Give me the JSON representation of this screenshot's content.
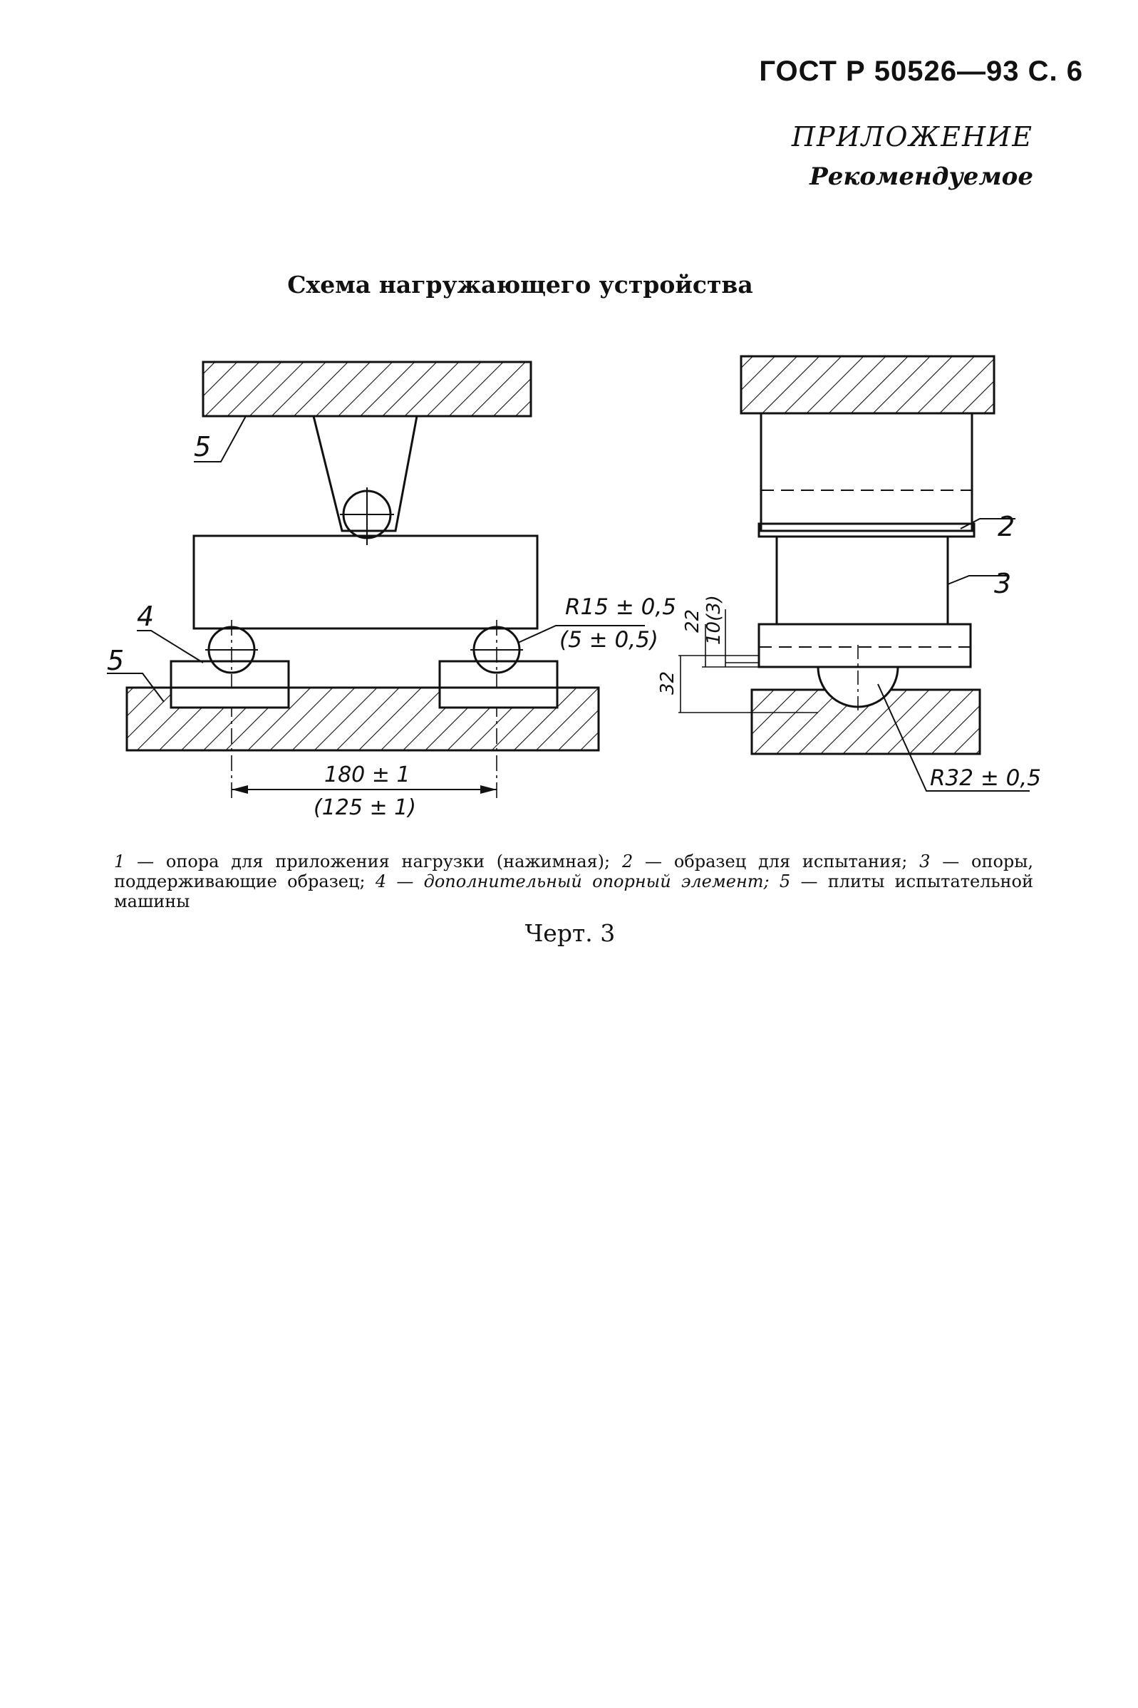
{
  "header": {
    "standard": "ГОСТ Р 50526—93 С. 6"
  },
  "appendix": {
    "label": "ПРИЛОЖЕНИЕ",
    "status": "Рекомендуемое"
  },
  "figure": {
    "title": "Схема нагружающего устройства",
    "labels": {
      "l5_top": "5",
      "l4": "4",
      "l5_bottom": "5",
      "l2": "2",
      "l3": "3"
    },
    "dims": {
      "r15": "R15 ± 0,5",
      "r5": "(5 ± 0,5)",
      "d180": "180 ± 1",
      "d125": "(125 ± 1)",
      "d22": "22",
      "d10": "10(3)",
      "d32": "32",
      "r32": "R32 ± 0,5"
    }
  },
  "caption": {
    "n1": "1",
    "t1": " — опора для приложения нагрузки (нажимная); ",
    "n2": "2",
    "t2": " — образец для испытания; ",
    "n3": "3",
    "t3": " — опоры, поддерживающие образец; ",
    "n4": "4",
    "t4": " — дополнительный опорный элемент; ",
    "n5": "5",
    "t5": " — плиты испытательной машины"
  },
  "figure_label": "Черт. 3"
}
